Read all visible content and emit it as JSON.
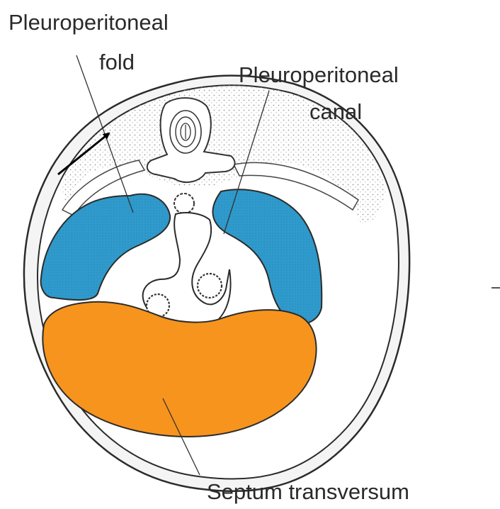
{
  "labels": {
    "fold_line1": "Pleuroperitoneal",
    "fold_line2": "fold",
    "canal_line1": "Pleuroperitoneal",
    "canal_line2": "canal",
    "septum": "Septum transversum"
  },
  "colors": {
    "pleural_cavity": "#2f9acb",
    "septum_transversum": "#f7941d",
    "outline": "#2b2b2b",
    "tissue_stipple": "#9a9a9a"
  }
}
